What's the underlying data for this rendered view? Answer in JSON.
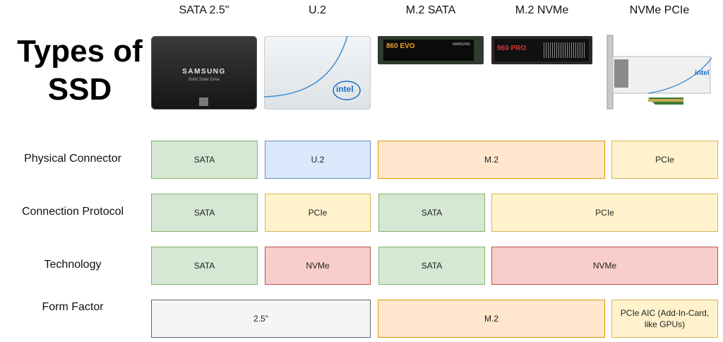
{
  "title": "Types of SSD",
  "columns": [
    "SATA 2.5\"",
    "U.2",
    "M.2 SATA",
    "M.2 NVMe",
    "NVMe PCIe"
  ],
  "images": {
    "sata25": {
      "brand": "SAMSUNG",
      "sub": "Solid State Drive"
    },
    "u2": {
      "logo": "intel"
    },
    "m2sata": {
      "model": "860 EVO",
      "brand": "SAMSUNG"
    },
    "m2nvme": {
      "model": "960 PRO"
    },
    "pcie": {
      "logo": "intel"
    }
  },
  "rows": [
    {
      "label": "Physical Connector",
      "cells": [
        "SATA",
        "U.2",
        "M.2",
        "PCIe"
      ]
    },
    {
      "label": "Connection Protocol",
      "cells": [
        "SATA",
        "PCIe",
        "SATA",
        "PCIe"
      ]
    },
    {
      "label": "Technology",
      "cells": [
        "SATA",
        "NVMe",
        "SATA",
        "NVMe"
      ]
    },
    {
      "label": "Form Factor",
      "cells": [
        "2.5\"",
        "M.2",
        "PCIe AIC (Add-In-Card, like GPUs)"
      ]
    }
  ],
  "colors": {
    "green": "#d5e8d4",
    "blue": "#dae8fc",
    "orange": "#ffe6cc",
    "yellow": "#fff2cc",
    "red": "#f8cecc",
    "gray": "#f5f5f5"
  }
}
